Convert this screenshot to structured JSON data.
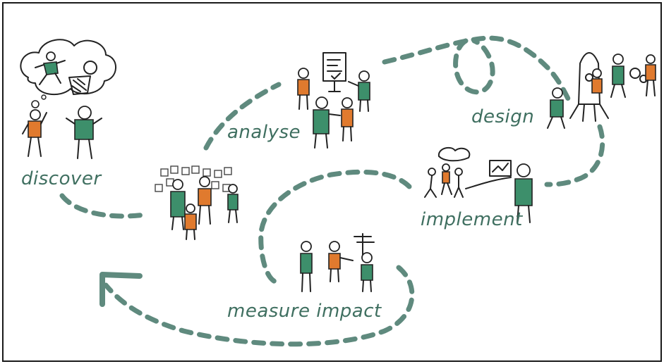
{
  "stages": {
    "discover": "discover",
    "analyse": "analyse",
    "design": "design",
    "implement": "implement",
    "measure": "measure impact"
  },
  "colors": {
    "path": "#5f8a7e",
    "label": "#3f6f60",
    "person_green": "#3d8f6b",
    "person_orange": "#e07a2e"
  },
  "icons": {
    "discover": "thought-cloud-icon",
    "analyse": "flipchart-icon",
    "design": "rocket-icon",
    "implement": "presentation-board-icon",
    "measure": "signpost-icon",
    "loop": "return-arrow-icon"
  }
}
